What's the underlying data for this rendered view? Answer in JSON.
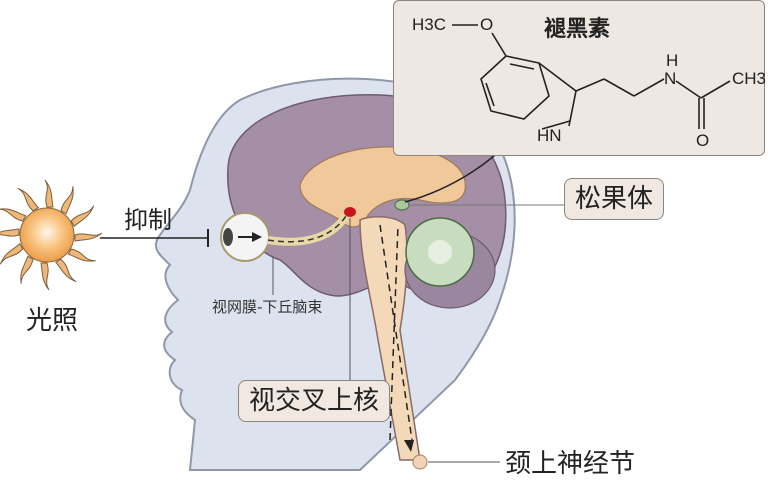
{
  "diagram": {
    "type": "physiology-illustration",
    "subject": "melatonin-secretion-pathway",
    "labels": {
      "light": "光照",
      "inhibit": "抑制",
      "rht": "视网膜-下丘脑束",
      "scn": "视交叉上核",
      "pineal": "松果体",
      "scg": "颈上神经节"
    },
    "molecule": {
      "name": "褪黑素",
      "atoms": {
        "h3c": "H3C",
        "o_methoxy": "O",
        "nh_ring": "HN",
        "nh_amide_h": "H",
        "nh_amide_n": "N",
        "ch3": "CH3",
        "o_carbonyl": "O"
      }
    },
    "colors": {
      "head": "#dde3ee",
      "head_outline": "#8f97a8",
      "brain": "#a48fa6",
      "inner_brain": "#f1c89a",
      "brainstem": "#f3d9b8",
      "cerebellum": "#c8dcc0",
      "scn_dot": "#c4161c",
      "pineal": "#a9c89b",
      "sun": "#f5b266",
      "label_box": "#f1e8e2",
      "molecule_box": "#efe7e1"
    }
  }
}
